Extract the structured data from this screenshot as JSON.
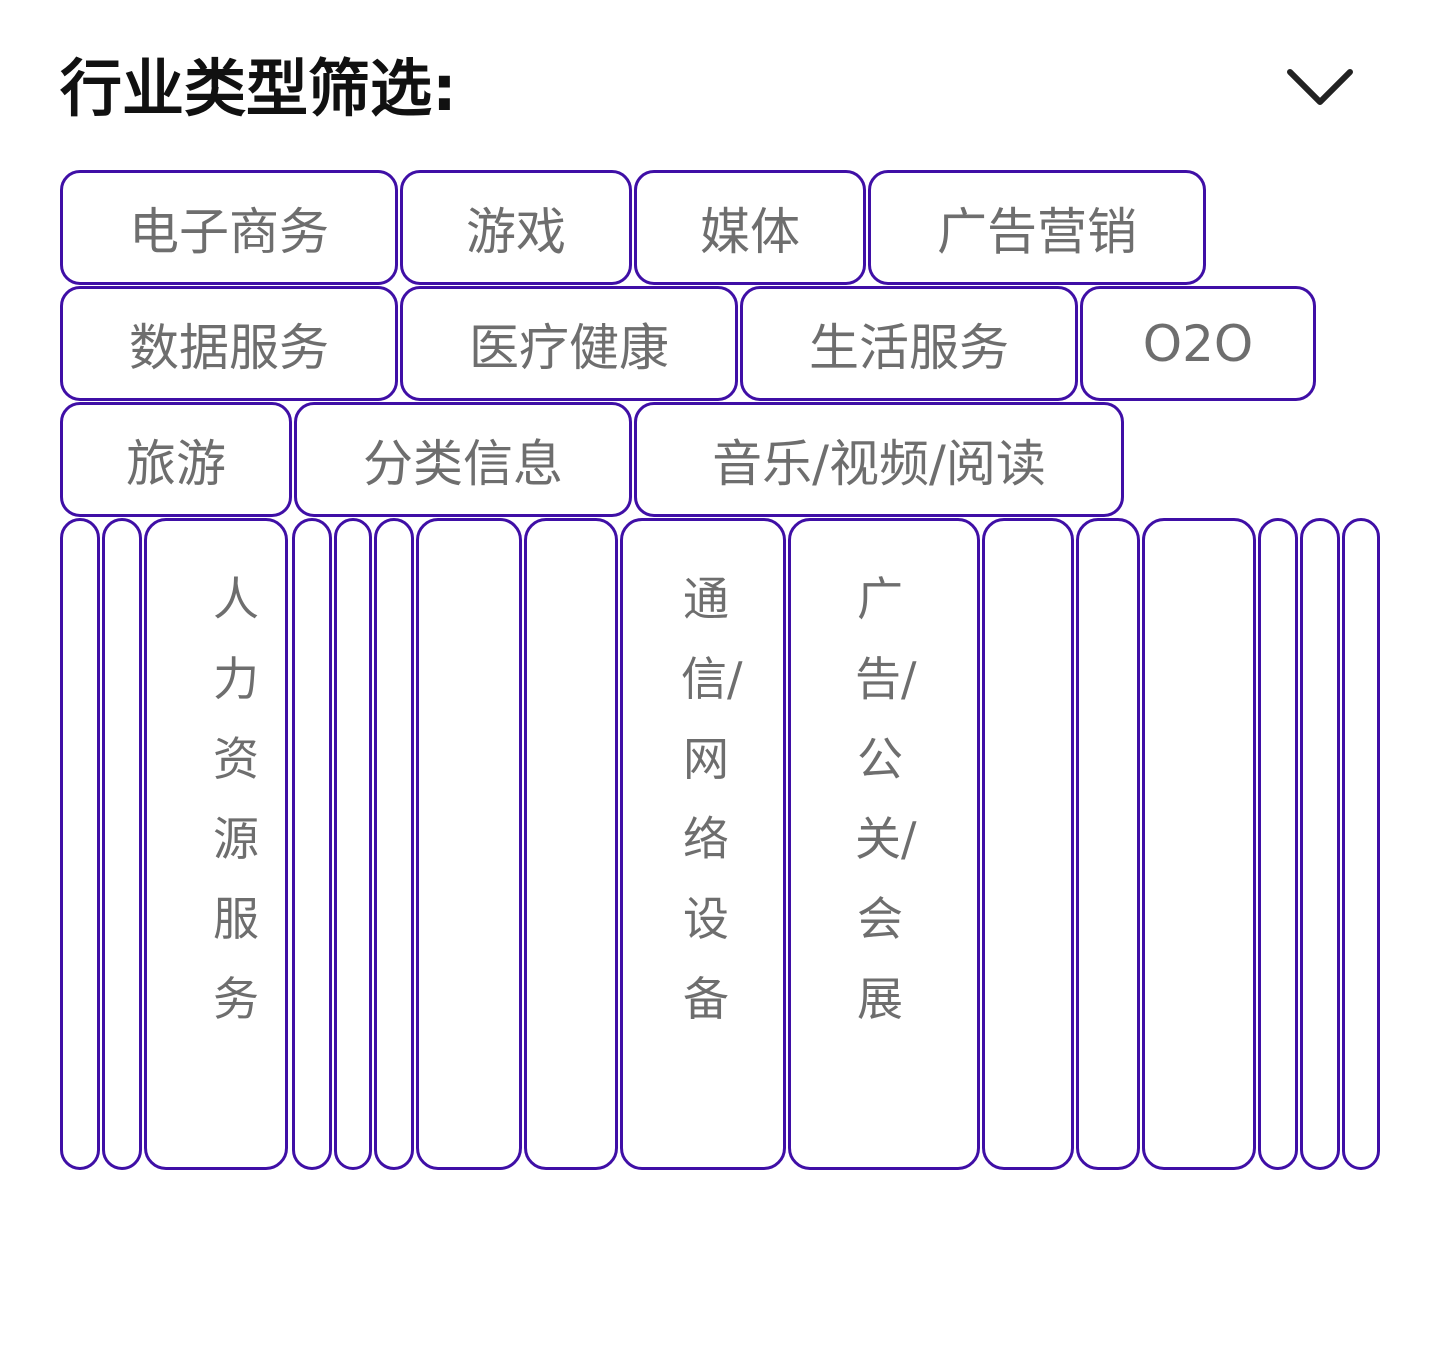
{
  "header": {
    "title": "行业类型筛选:",
    "toggle_icon": "chevron-down-icon"
  },
  "colors": {
    "chip_border": "#3f0fa6",
    "chip_text": "#6e6e6e",
    "title_text": "#111111"
  },
  "industries": {
    "ecommerce": "电子商务",
    "games": "游戏",
    "media": "媒体",
    "advertising_marketing": "广告营销",
    "data_services": "数据服务",
    "healthcare": "医疗健康",
    "life_services": "生活服务",
    "o2o": "O2O",
    "travel": "旅游",
    "classified_info": "分类信息",
    "music_video_reading": "音乐/视频/阅读",
    "hr_services": "人力资源服务",
    "telecom_network_equipment": "通信/网络设备",
    "ad_pr_exhibition": "广告/公关/会展"
  }
}
